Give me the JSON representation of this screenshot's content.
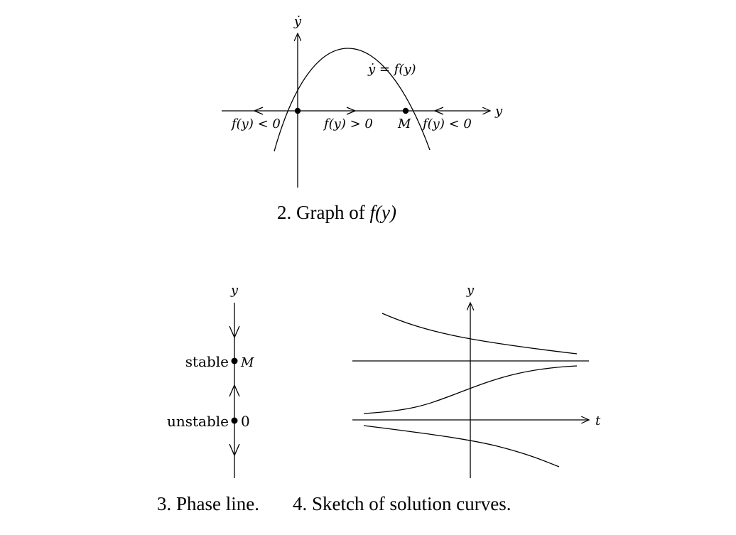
{
  "figure2": {
    "y_axis_label": "ẏ",
    "x_axis_label": "y",
    "curve_label": "ẏ = f(y)",
    "region_left": "f(y) < 0",
    "region_middle": "f(y) > 0",
    "region_right": "f(y) < 0",
    "point_label": "M",
    "caption_text": "2. Graph of ",
    "caption_math": "f(y)"
  },
  "figure3": {
    "axis_label": "y",
    "upper_point_state": "stable",
    "upper_point_label": "M",
    "lower_point_state": "unstable",
    "lower_point_label": "0",
    "caption": "3. Phase line."
  },
  "figure4": {
    "y_axis_label": "y",
    "t_axis_label": "t",
    "caption": "4. Sketch of solution curves."
  }
}
